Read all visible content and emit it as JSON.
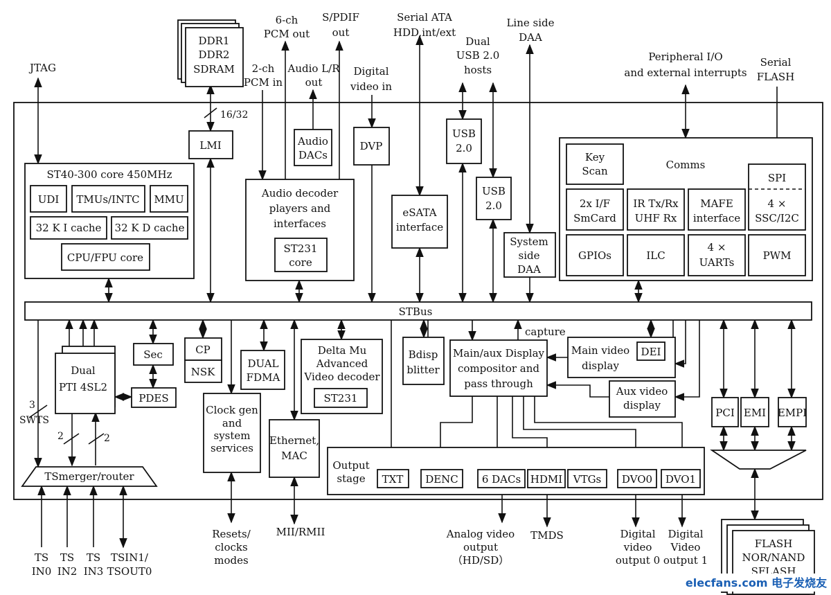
{
  "ext": {
    "jtag": "JTAG",
    "ddr": [
      "DDR1",
      "DDR2",
      "SDRAM"
    ],
    "bus_width": "16/32",
    "pcm6": [
      "6-ch",
      "PCM out"
    ],
    "pcm2": [
      "2-ch",
      "PCM in"
    ],
    "spdif": [
      "S/PDIF",
      "out"
    ],
    "audio_lr": [
      "Audio L/R",
      "out"
    ],
    "digital_video_in": [
      "Digital",
      "video in"
    ],
    "sata": [
      "Serial ATA",
      "HDD,int/ext"
    ],
    "usb_hosts": [
      "Dual",
      "USB 2.0",
      "hosts"
    ],
    "line_daa": [
      "Line side",
      "DAA"
    ],
    "peripheral": [
      "Peripheral I/O",
      "and external interrupts"
    ],
    "serial_flash": [
      "Serial",
      "FLASH"
    ],
    "swts_count": "3",
    "swts": "SWTS",
    "ts_bus_a": "2",
    "ts_bus_b": "2",
    "ts_in0": [
      "TS",
      "IN0"
    ],
    "ts_in2": [
      "TS",
      "IN2"
    ],
    "ts_in3": [
      "TS",
      "IN3"
    ],
    "tsin1": [
      "TSIN1/",
      "TSOUT0"
    ],
    "resets": [
      "Resets/",
      "clocks",
      "modes"
    ],
    "mii": "MII/RMII",
    "analog_out": [
      "Analog video",
      "output",
      "（HD/SD）"
    ],
    "tmds": "TMDS",
    "dvo0_out": [
      "Digital",
      "video",
      "output 0"
    ],
    "dvo1_out": [
      "Digital",
      "Video",
      "output 1"
    ],
    "flash": [
      "FLASH",
      "NOR/NAND",
      "SFLASH"
    ],
    "watermark": "elecfans.com 电子发烧友"
  },
  "blocks": {
    "lmi": "LMI",
    "audio_dacs": [
      "Audio",
      "DACs"
    ],
    "dvp": "DVP",
    "usb1": [
      "USB",
      "2.0"
    ],
    "usb2": [
      "USB",
      "2.0"
    ],
    "st40": "ST40-300 core 450MHz",
    "udi": "UDI",
    "tmus": "TMUs/INTC",
    "mmu": "MMU",
    "icache": "32 K I  cache",
    "dcache": "32 K D cache",
    "cpu": "CPU/FPU core",
    "audio_decoder": [
      "Audio decoder",
      "players and",
      "interfaces"
    ],
    "st231_audio": [
      "ST231",
      "core"
    ],
    "esata": [
      "eSATA",
      "interface"
    ],
    "sys_daa": [
      "System",
      "side",
      "DAA"
    ],
    "key_scan": [
      "Key",
      "Scan"
    ],
    "comms": "Comms",
    "spi": "SPI",
    "ssc": [
      "4 ×",
      "SSC/I2C"
    ],
    "smcard": [
      "2x I/F",
      "SmCard"
    ],
    "ir": [
      "IR Tx/Rx",
      "UHF Rx"
    ],
    "mafe": [
      "MAFE",
      "interface"
    ],
    "gpios": "GPIOs",
    "ilc": "ILC",
    "uarts": [
      "4 ×",
      "UARTs"
    ],
    "pwm": "PWM",
    "stbus": "STBus",
    "sec": "Sec",
    "cp": "CP",
    "nsk": "NSK",
    "dual_fdma": [
      "DUAL",
      "FDMA"
    ],
    "delta_mu": [
      "Delta Mu",
      "Advanced",
      "Video decoder"
    ],
    "st231_video": "ST231",
    "bdisp": [
      "Bdisp",
      "blitter"
    ],
    "capture": "capture",
    "compositor": [
      "Main/aux Display",
      "compositor and",
      "pass through"
    ],
    "main_video": [
      "Main video",
      "display"
    ],
    "dei": "DEI",
    "aux_video": [
      "Aux video",
      "display"
    ],
    "dual_pti": [
      "Dual",
      "PTI 4SL2"
    ],
    "pdes": "PDES",
    "clock_gen": [
      "Clock gen",
      "and",
      "system",
      "services"
    ],
    "ethernet": [
      "Ethernet,",
      "MAC"
    ],
    "output_stage": [
      "Output",
      "stage"
    ],
    "txt": "TXT",
    "denc": "DENC",
    "dacs6": "6 DACs",
    "hdmi": "HDMI",
    "vtgs": "VTGs",
    "dvo0": "DVO0",
    "dvo1": "DVO1",
    "pci": "PCI",
    "emi": "EMI",
    "empi": "EMPI",
    "tsmerger": "TSmerger/router"
  }
}
